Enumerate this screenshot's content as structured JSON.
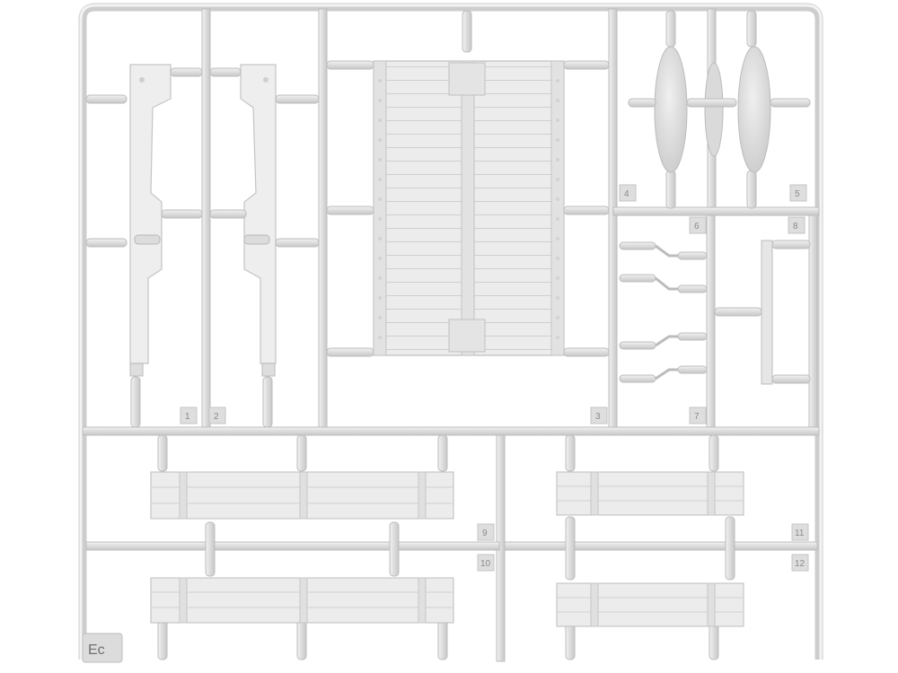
{
  "sprue": {
    "code": "Ec",
    "part_numbers": [
      "1",
      "2",
      "3",
      "4",
      "5",
      "6",
      "7",
      "8",
      "9",
      "10",
      "11",
      "12"
    ]
  },
  "colors": {
    "background": "#ffffff",
    "plastic": "#e8e8e8",
    "plastic_dark": "#cfcfcf",
    "plastic_edge": "#b9b9b9",
    "tag": "#d9d9d9"
  }
}
